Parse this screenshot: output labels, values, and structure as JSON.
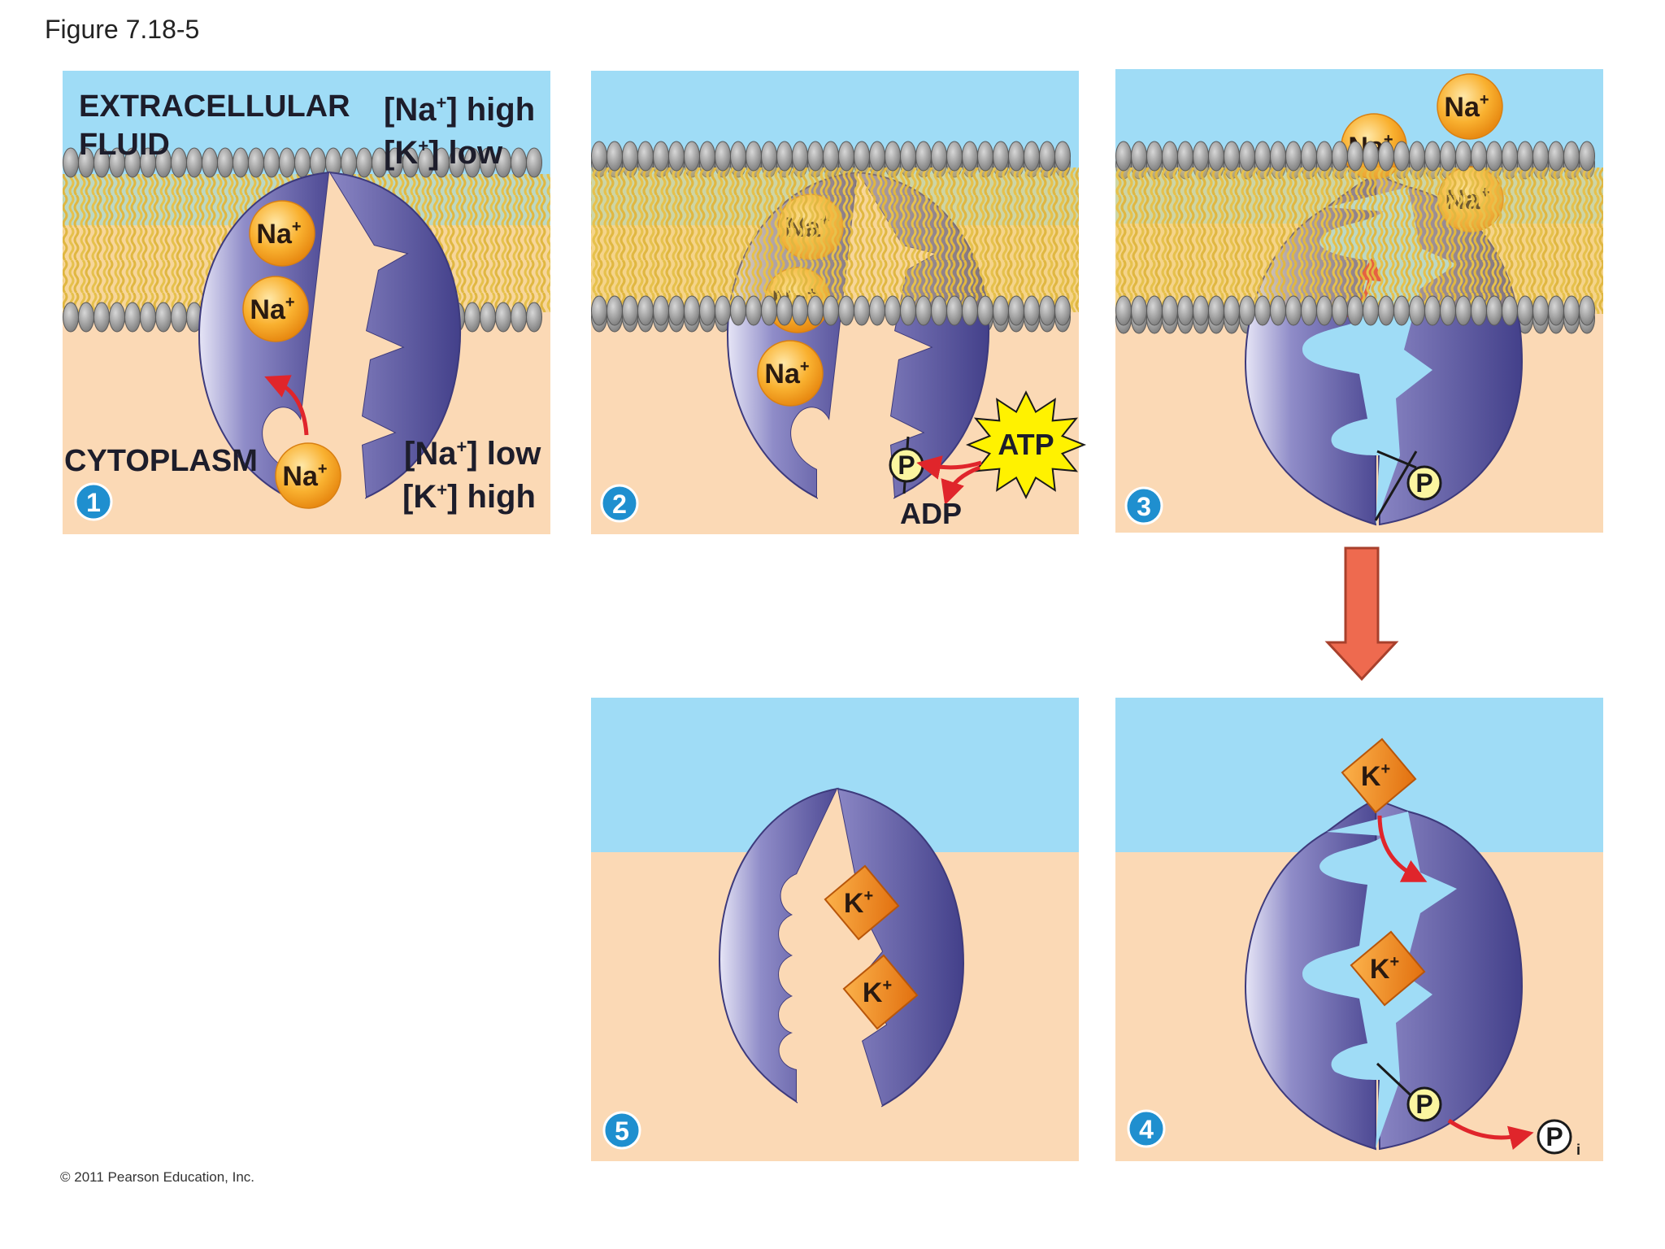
{
  "figure_title": "Figure 7.18-5",
  "copyright": "© 2011 Pearson Education, Inc.",
  "labels": {
    "extracellular_line1": "EXTRACELLULAR",
    "extracellular_line2": "FLUID",
    "outside_na": "[Na",
    "outside_na_state": "] high",
    "outside_k": "[K",
    "outside_k_state": "] low",
    "cytoplasm": "CYTOPLASM",
    "inside_na": "[Na",
    "inside_na_state": "] low",
    "inside_k": "[K",
    "inside_k_state": "] high",
    "atp": "ATP",
    "adp": "ADP",
    "phosphate": "P",
    "inorganic_subscript": "i",
    "plus": "+"
  },
  "ions": {
    "sodium": "Na",
    "potassium": "K",
    "charge": "+"
  },
  "steps": [
    "1",
    "2",
    "3",
    "4",
    "5"
  ],
  "colors": {
    "extracellular": "#9fdcf6",
    "cytoplasm": "#fbd9b5",
    "protein_dark": "#5e5ba6",
    "protein_light": "#d9d8f0",
    "sodium_ion": "#f7a324",
    "potassium_ion": "#ef8a1e",
    "phosphate": "#fbf6a0",
    "step_badge": "#1f8fcf",
    "reaction_arrow": "#e0252b",
    "flow_arrow": "#ee6a4f",
    "atp_burst": "#fff200"
  }
}
